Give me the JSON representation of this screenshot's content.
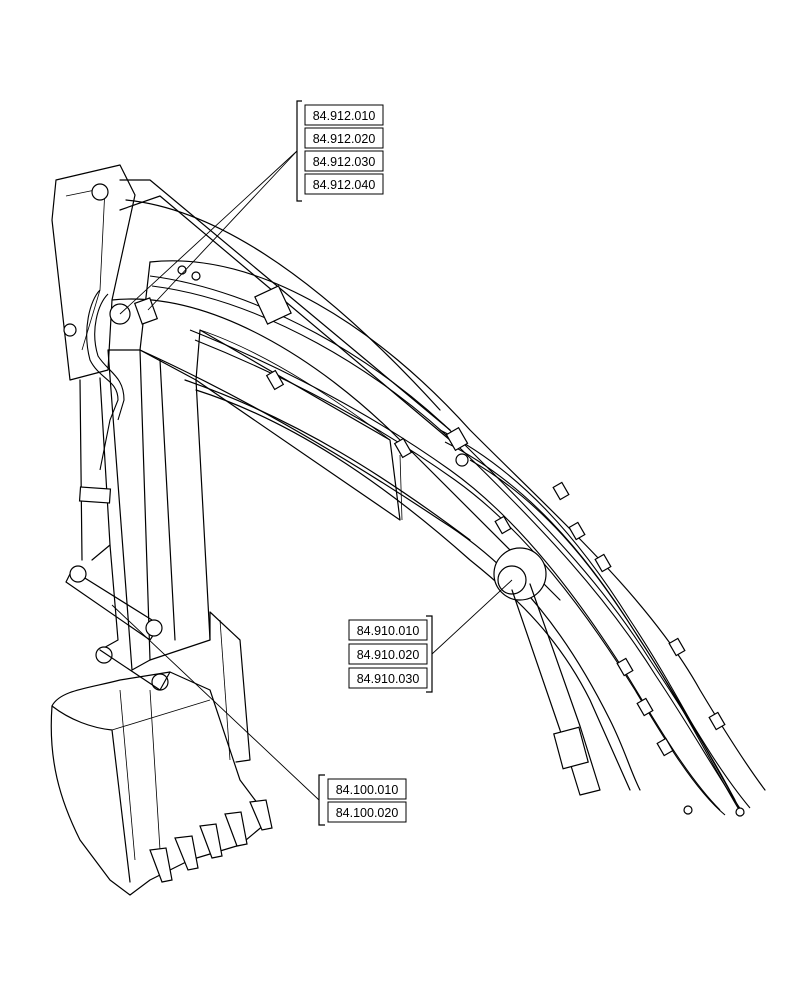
{
  "callouts": {
    "group_top": [
      "84.912.010",
      "84.912.020",
      "84.912.030",
      "84.912.040"
    ],
    "group_mid": [
      "84.910.010",
      "84.910.020",
      "84.910.030"
    ],
    "group_bottom": [
      "84.100.010",
      "84.100.020"
    ]
  },
  "colors": {
    "line": "#000000",
    "background": "#ffffff"
  }
}
